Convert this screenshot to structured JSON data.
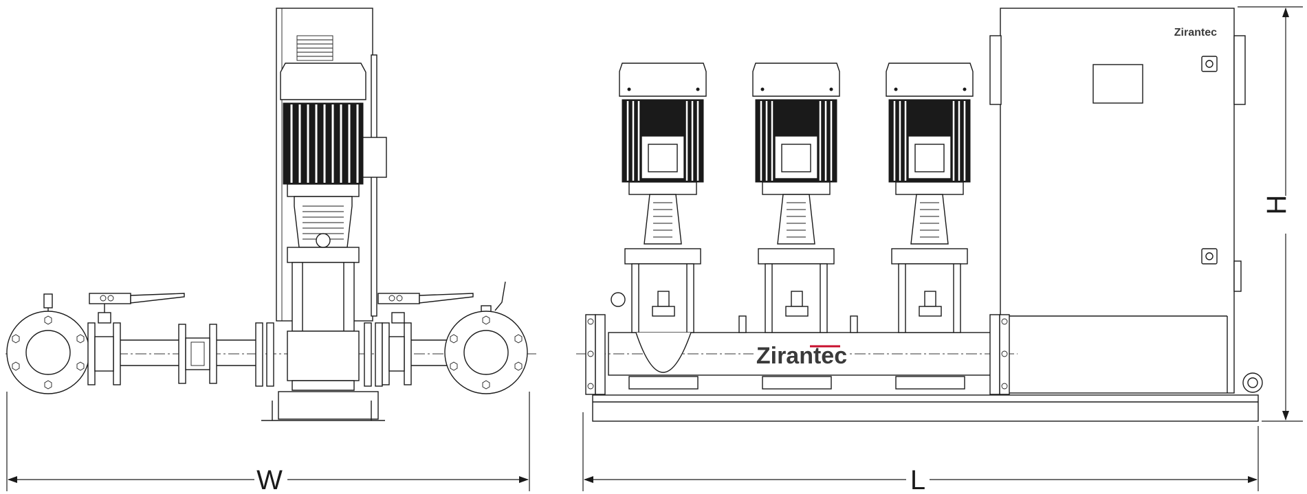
{
  "dimensions": {
    "width_label": "W",
    "length_label": "L",
    "height_label": "H"
  },
  "branding": {
    "manifold_logo": "Zirantec",
    "panel_logo": "Zirantec",
    "accent_color": "#c8102e"
  },
  "icons": [
    "arrow-left-icon",
    "arrow-right-icon",
    "arrow-up-icon",
    "arrow-down-icon",
    "flange-bolt-icon"
  ]
}
